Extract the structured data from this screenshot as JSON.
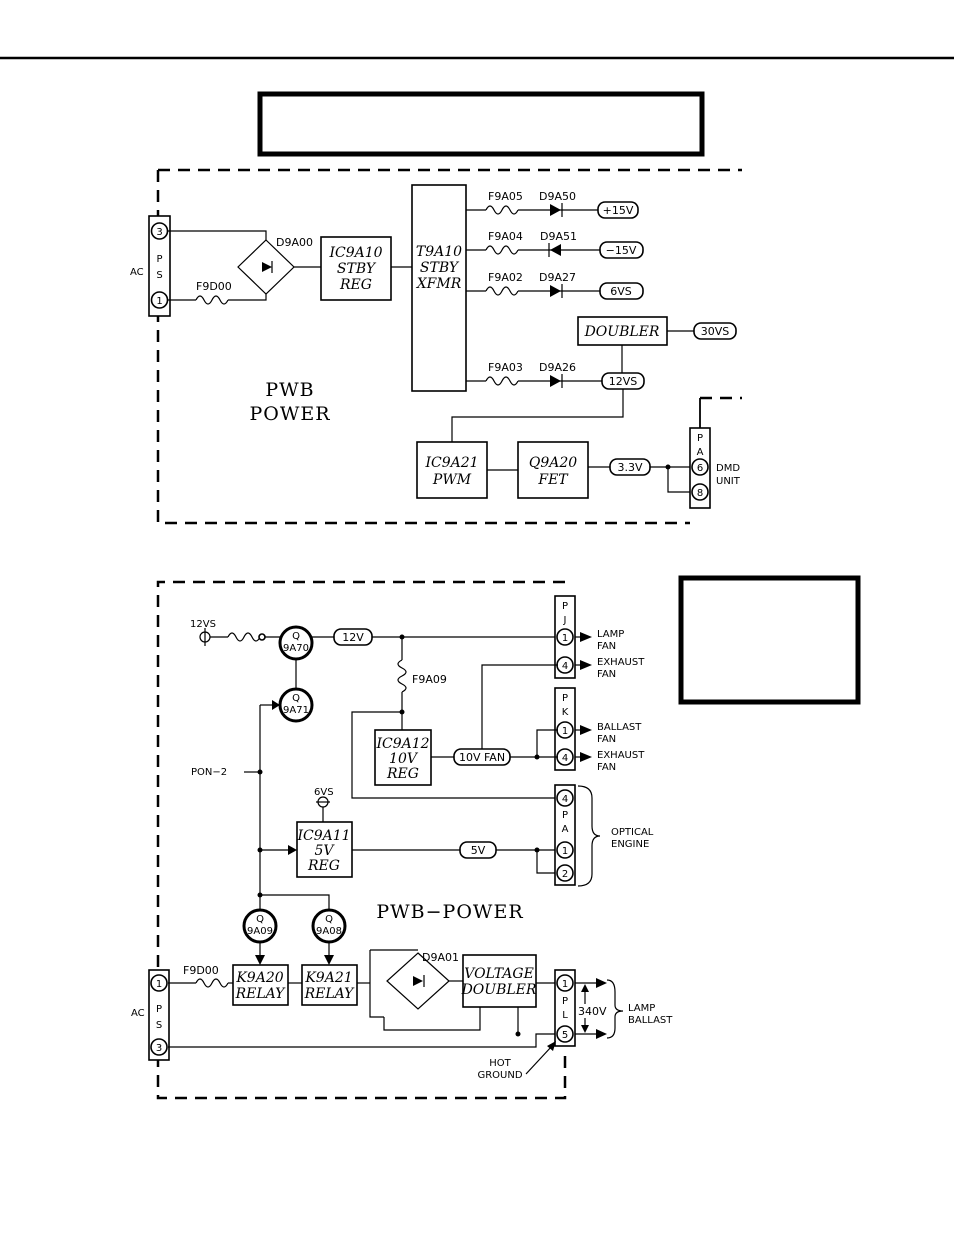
{
  "top": {
    "ps_conn": {
      "label": "AC",
      "letters": [
        "P",
        "S"
      ],
      "pins": [
        "3",
        "1"
      ]
    },
    "d9a00": "D9A00",
    "f9d00": "F9D00",
    "ic9a10": [
      "IC9A10",
      "STBY",
      "REG"
    ],
    "t9a10": [
      "T9A10",
      "STBY",
      "XFMR"
    ],
    "fuses": [
      "F9A05",
      "F9A04",
      "F9A02",
      "F9A03"
    ],
    "diodes": [
      "D9A50",
      "D9A51",
      "D9A27",
      "D9A26"
    ],
    "outputs": [
      "+15V",
      "−15V",
      "6VS",
      "30VS",
      "12VS",
      "3.3V"
    ],
    "doubler": "DOUBLER",
    "pwb": [
      "PWB",
      "POWER"
    ],
    "ic9a21": [
      "IC9A21",
      "PWM"
    ],
    "q9a20": [
      "Q9A20",
      "FET"
    ],
    "pa_conn": {
      "letters": [
        "P",
        "A"
      ],
      "pins": [
        "6",
        "8"
      ],
      "target": [
        "DMD",
        "UNIT"
      ]
    }
  },
  "bottom": {
    "v12vs": "12VS",
    "q9a70": [
      "Q",
      "9A70"
    ],
    "q9a71": [
      "Q",
      "9A71"
    ],
    "v12v": "12V",
    "f9a09": "F9A09",
    "pj_conn": {
      "letters": [
        "P",
        "J"
      ],
      "pins": [
        "1",
        "4"
      ]
    },
    "lamp_fan": [
      "LAMP",
      "FAN"
    ],
    "exhaust_fan_1": [
      "EXHAUST",
      "FAN"
    ],
    "pk_conn": {
      "letters": [
        "P",
        "K"
      ],
      "pins": [
        "1",
        "4"
      ]
    },
    "ballast_fan": [
      "BALLAST",
      "FAN"
    ],
    "exhaust_fan_2": [
      "EXHAUST",
      "FAN"
    ],
    "ic9a12": [
      "IC9A12",
      "10V",
      "REG"
    ],
    "v10v_fan": "10V FAN",
    "pon2": "PON−2",
    "v6vs": "6VS",
    "ic9a11": [
      "IC9A11",
      "5V",
      "REG"
    ],
    "v5v": "5V",
    "pa_conn": {
      "letters": [
        "P",
        "A"
      ],
      "pins": [
        "4",
        "1",
        "2"
      ]
    },
    "optical_engine": [
      "OPTICAL",
      "ENGINE"
    ],
    "pwb_power": "PWB−POWER",
    "q9a09": [
      "Q",
      "9A09"
    ],
    "q9a08": [
      "Q",
      "9A08"
    ],
    "f9d00": "F9D00",
    "ps_conn": {
      "label": "AC",
      "letters": [
        "P",
        "S"
      ],
      "pins": [
        "1",
        "3"
      ]
    },
    "k9a20": [
      "K9A20",
      "RELAY"
    ],
    "k9a21": [
      "K9A21",
      "RELAY"
    ],
    "d9a01": "D9A01",
    "voltage_doubler": [
      "VOLTAGE",
      "DOUBLER"
    ],
    "pl_conn": {
      "letters": [
        "P",
        "L"
      ],
      "pins": [
        "1",
        "5"
      ]
    },
    "v340": "340V",
    "lamp_ballast": [
      "LAMP",
      "BALLAST"
    ],
    "hot_ground": [
      "HOT",
      "GROUND"
    ]
  }
}
